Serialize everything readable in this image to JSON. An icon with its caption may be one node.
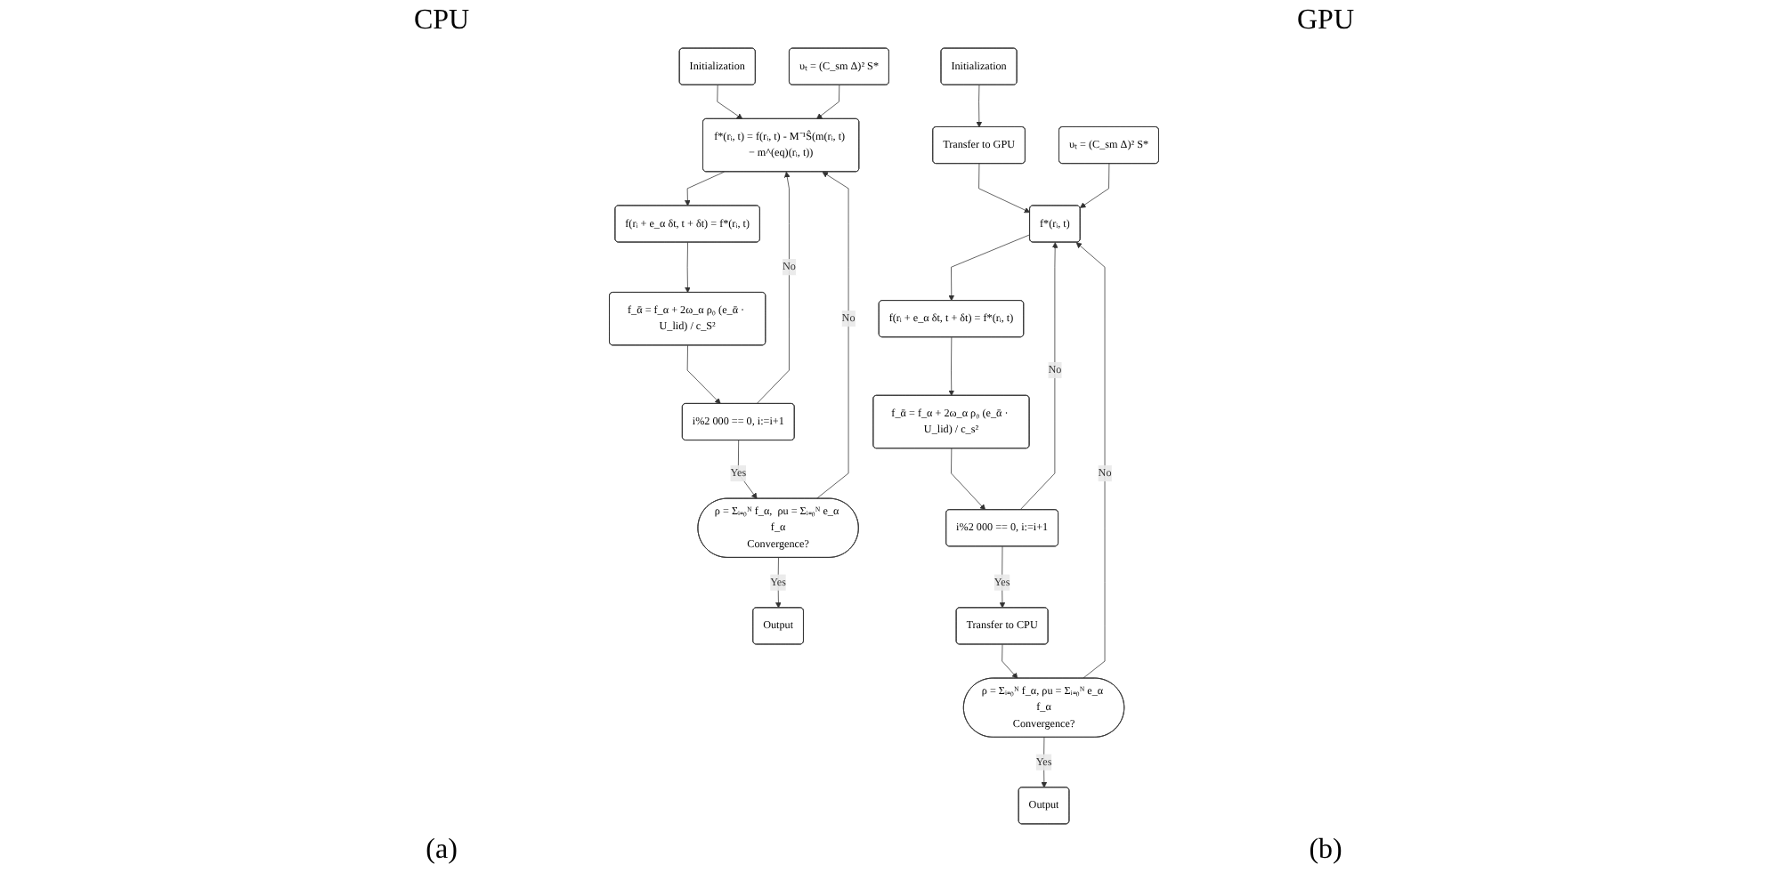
{
  "diagram": {
    "nodes": [
      {
        "text": [
          "Initialization"
        ]
      },
      {
        "text": [
          "υₜ = (C_sm Δ)² S*"
        ]
      },
      {
        "text": [
          "f*(rᵢ, t) = f(rᵢ, t) - M⁻¹Ŝ(m(rᵢ, t) − m^(eq)(rᵢ, t))"
        ]
      },
      {
        "text": [
          "f(rᵢ + e_α δt, t + δt) = f*(rᵢ, t)"
        ]
      },
      {
        "text": [
          "f_ᾱ = f_α + 2ω_α ρ₀ (e_ᾱ · U_lid) / c_S²"
        ]
      },
      {
        "text": [
          "i%2 000 == 0, i:=i+1"
        ]
      },
      {
        "text": [
          "ρ = Σᵢ₌₀ᴺ f_α,  ρu = Σᵢ₌₀ᴺ e_α f_α",
          "Convergence?"
        ]
      },
      {
        "text": [
          "Output"
        ]
      },
      {
        "text": [
          "Initialization"
        ]
      },
      {
        "text": [
          "Transfer to GPU"
        ]
      },
      {
        "text": [
          "υₜ = (C_sm Δ)² S*"
        ]
      },
      {
        "text": [
          "f*(rᵢ, t)"
        ]
      },
      {
        "text": [
          "f(rᵢ + e_α δt, t + δt) = f*(rᵢ, t)"
        ]
      },
      {
        "text": [
          "f_ᾱ = f_α + 2ω_α ρ₀ (e_ᾱ · U_lid) / c_s²"
        ]
      },
      {
        "text": [
          "i%2 000 == 0, i:=i+1"
        ]
      },
      {
        "text": [
          "Transfer to CPU"
        ]
      },
      {
        "text": [
          "ρ = Σᵢ₌₀ᴺ f_α, ρu = Σᵢ₌₀ᴺ e_α f_α",
          "Convergence?"
        ]
      },
      {
        "text": [
          "Output"
        ]
      }
    ],
    "edges": [
      {
        "from": 0,
        "to": 2,
        "arrow": "to"
      },
      {
        "from": 1,
        "to": 2,
        "arrow": "to"
      },
      {
        "from": 2,
        "to": 3,
        "arrow": "to"
      },
      {
        "from": 3,
        "to": 4,
        "arrow": "to"
      },
      {
        "from": 4,
        "to": 5,
        "arrow": "to"
      },
      {
        "from": 5,
        "to": 2,
        "arrow": "to",
        "label": "No"
      },
      {
        "from": 5,
        "to": 6,
        "arrow": "to",
        "label": "Yes"
      },
      {
        "from": 6,
        "to": 2,
        "arrow": "to",
        "label": "No"
      },
      {
        "from": 6,
        "to": 7,
        "arrow": "to",
        "label": "Yes"
      },
      {
        "from": 8,
        "to": 9,
        "arrow": "to"
      },
      {
        "from": 9,
        "to": 11,
        "arrow": "to"
      },
      {
        "from": 10,
        "to": 11,
        "arrow": "to"
      },
      {
        "from": 11,
        "to": 12,
        "arrow": "to"
      },
      {
        "from": 12,
        "to": 13,
        "arrow": "to"
      },
      {
        "from": 13,
        "to": 14,
        "arrow": "to"
      },
      {
        "from": 14,
        "to": 15,
        "arrow": "to",
        "label": "Yes"
      },
      {
        "from": 14,
        "to": 11,
        "arrow": "to",
        "label": "No"
      },
      {
        "from": 15,
        "to": 16,
        "arrow": "to"
      },
      {
        "from": 16,
        "to": 11,
        "arrow": "to",
        "label": "No"
      },
      {
        "from": 16,
        "to": 17,
        "arrow": "to",
        "label": "Yes"
      }
    ],
    "labels": [
      "CPU",
      "GPU",
      "(a)",
      "(b)"
    ]
  }
}
